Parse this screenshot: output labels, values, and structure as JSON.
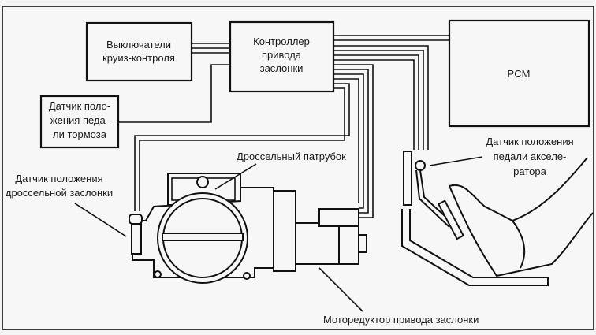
{
  "diagram": {
    "title": "",
    "blocks": {
      "cruise_switches": [
        "Выключатели",
        "круиз-контроля"
      ],
      "throttle_controller": [
        "Контроллер",
        "привода",
        "заслонки"
      ],
      "pcm": [
        "PCM"
      ],
      "brake_sensor": [
        "Датчик поло-",
        "жения педа-",
        "ли тормоза"
      ]
    },
    "callouts": {
      "tps": [
        "Датчик положения",
        "дроссельной заслонки"
      ],
      "throttle_body": [
        "Дроссельный патрубок"
      ],
      "app_sensor": [
        "Датчик положения",
        "педали акселе-",
        "ратора"
      ],
      "motor": [
        "Моторедуктор привода заслонки"
      ]
    },
    "colors": {
      "line": "#111111",
      "background": "#f4f4f4"
    }
  }
}
